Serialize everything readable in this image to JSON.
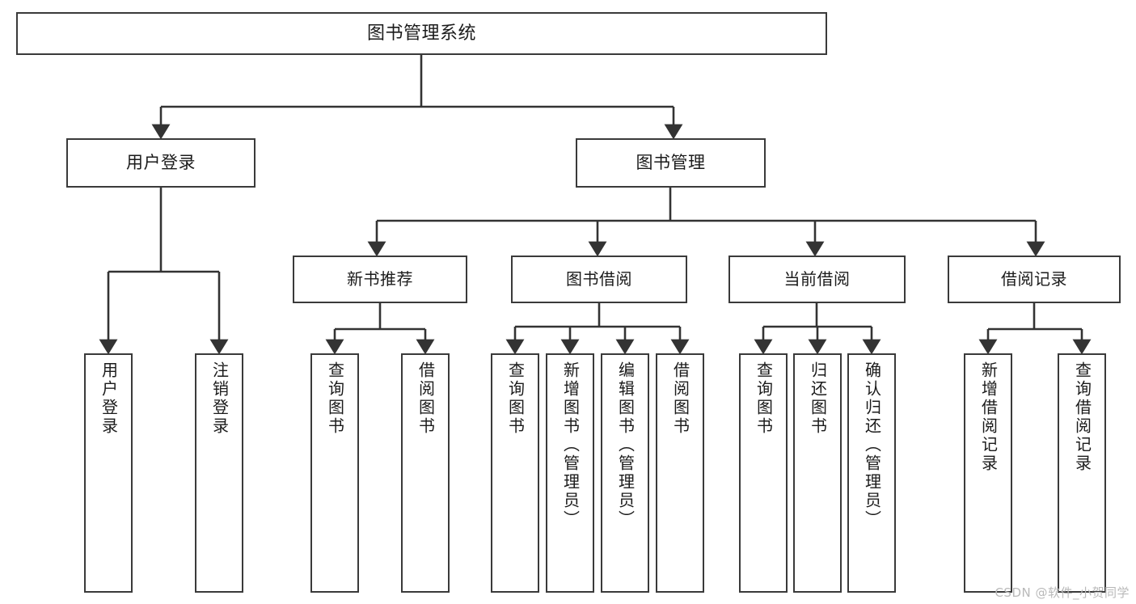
{
  "diagram": {
    "type": "tree-hierarchy-chart",
    "title": "图书管理系统",
    "orientation": "top-down",
    "colors": {
      "node_border": "#3a3a3a",
      "node_fill": "#ffffff",
      "connector": "#333333",
      "text": "#1b1b1b",
      "watermark": "#b9b9b9"
    },
    "root": {
      "id": "root",
      "label": "图书管理系统"
    },
    "level2": [
      {
        "id": "user-login",
        "label": "用户登录"
      },
      {
        "id": "book-manage",
        "label": "图书管理"
      }
    ],
    "level3": [
      {
        "id": "new-book-recommend",
        "label": "新书推荐",
        "parent": "book-manage"
      },
      {
        "id": "book-borrow",
        "label": "图书借阅",
        "parent": "book-manage"
      },
      {
        "id": "current-borrow",
        "label": "当前借阅",
        "parent": "book-manage"
      },
      {
        "id": "borrow-record",
        "label": "借阅记录",
        "parent": "book-manage"
      }
    ],
    "leaves": [
      {
        "id": "leaf-user-login",
        "label": "用户登录",
        "parent": "user-login"
      },
      {
        "id": "leaf-logout",
        "label": "注销登录",
        "parent": "user-login"
      },
      {
        "id": "leaf-query-book-1",
        "label": "查询图书",
        "parent": "new-book-recommend"
      },
      {
        "id": "leaf-borrow-book-1",
        "label": "借阅图书",
        "parent": "new-book-recommend"
      },
      {
        "id": "leaf-query-book-2",
        "label": "查询图书",
        "parent": "book-borrow"
      },
      {
        "id": "leaf-add-book",
        "label": "新增图书（管理员）",
        "parent": "book-borrow"
      },
      {
        "id": "leaf-edit-book",
        "label": "编辑图书（管理员）",
        "parent": "book-borrow"
      },
      {
        "id": "leaf-borrow-book-2",
        "label": "借阅图书",
        "parent": "book-borrow"
      },
      {
        "id": "leaf-query-book-3",
        "label": "查询图书",
        "parent": "current-borrow"
      },
      {
        "id": "leaf-return-book",
        "label": "归还图书",
        "parent": "current-borrow"
      },
      {
        "id": "leaf-confirm-return",
        "label": "确认归还（管理员）",
        "parent": "current-borrow"
      },
      {
        "id": "leaf-add-record",
        "label": "新增借阅记录",
        "parent": "borrow-record"
      },
      {
        "id": "leaf-query-record",
        "label": "查询借阅记录",
        "parent": "borrow-record"
      }
    ],
    "watermark": "CSDN @软件_小贺同学"
  }
}
